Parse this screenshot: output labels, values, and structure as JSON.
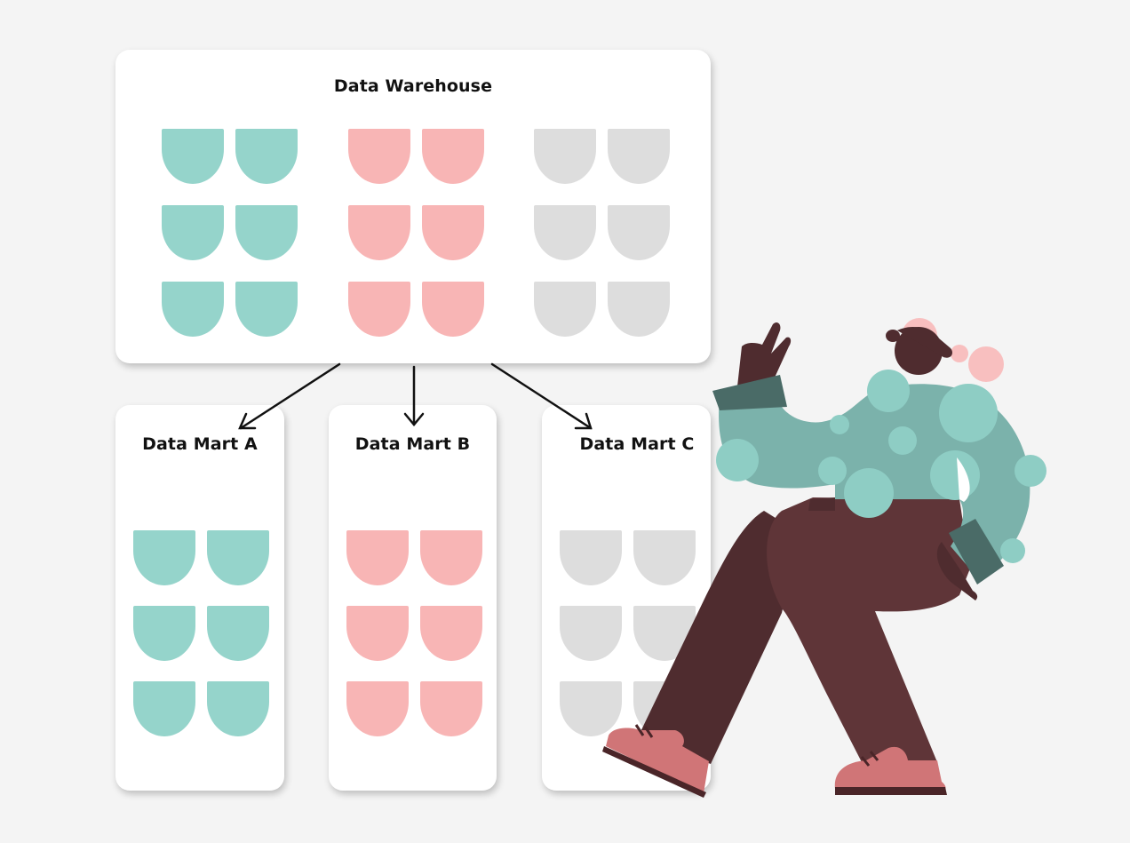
{
  "warehouse": {
    "title": "Data Warehouse"
  },
  "marts": [
    {
      "title": "Data Mart A",
      "color_key": "teal"
    },
    {
      "title": "Data Mart B",
      "color_key": "pink"
    },
    {
      "title": "Data Mart C",
      "color_key": "gray"
    }
  ],
  "colors": {
    "teal": "#95d4cb",
    "pink": "#f8b5b5",
    "gray": "#dddddd",
    "background": "#f4f4f4",
    "card": "#ffffff",
    "arrow": "#111111"
  },
  "illustration": {
    "subject": "person-walking-pointing-up"
  },
  "layout": {
    "warehouse_groups": [
      "teal",
      "pink",
      "gray"
    ],
    "pads_per_group": 6,
    "pads_per_mart": 6
  }
}
